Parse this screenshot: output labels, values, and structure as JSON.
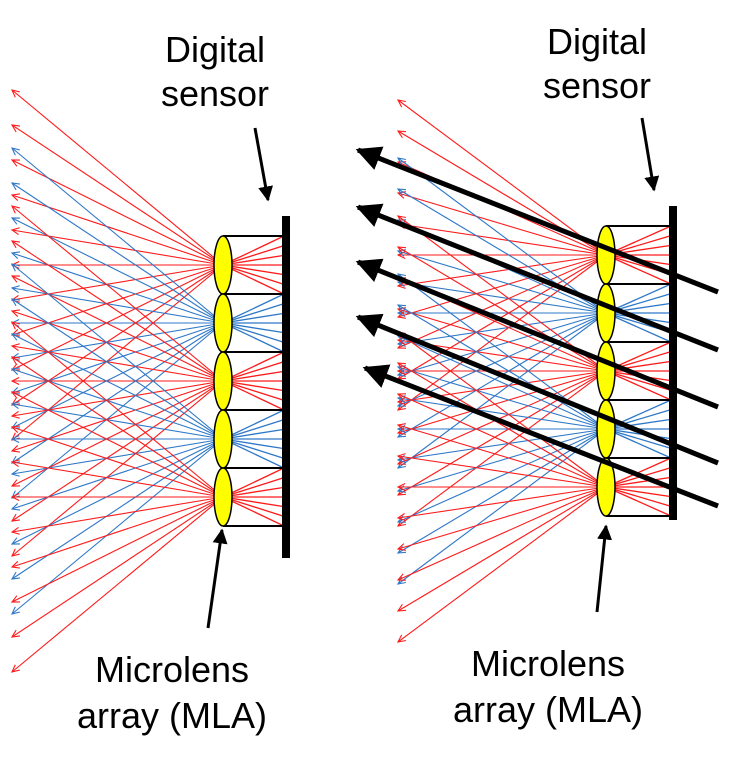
{
  "colors": {
    "red_rays": "#ff1a1a",
    "blue_rays": "#2e78c8",
    "lens_fill": "#ffff00",
    "lens_stroke": "#000000",
    "sensor": "#000000",
    "arrows": "#000000"
  },
  "left_panel": {
    "sensor_label": {
      "line1": "Digital",
      "line2": "sensor"
    },
    "mla_label": {
      "line1": "Microlens",
      "line2": "array (MLA)"
    }
  },
  "right_panel": {
    "sensor_label": {
      "line1": "Digital",
      "line2": "sensor"
    },
    "mla_label": {
      "line1": "Microlens",
      "line2": "array (MLA)"
    }
  },
  "lenslet_count": 5,
  "lenslet_ray_colors": [
    "red",
    "blue",
    "red",
    "blue",
    "red"
  ],
  "icons": {
    "lens": "ellipse-lens-icon",
    "arrow": "arrow-icon"
  }
}
